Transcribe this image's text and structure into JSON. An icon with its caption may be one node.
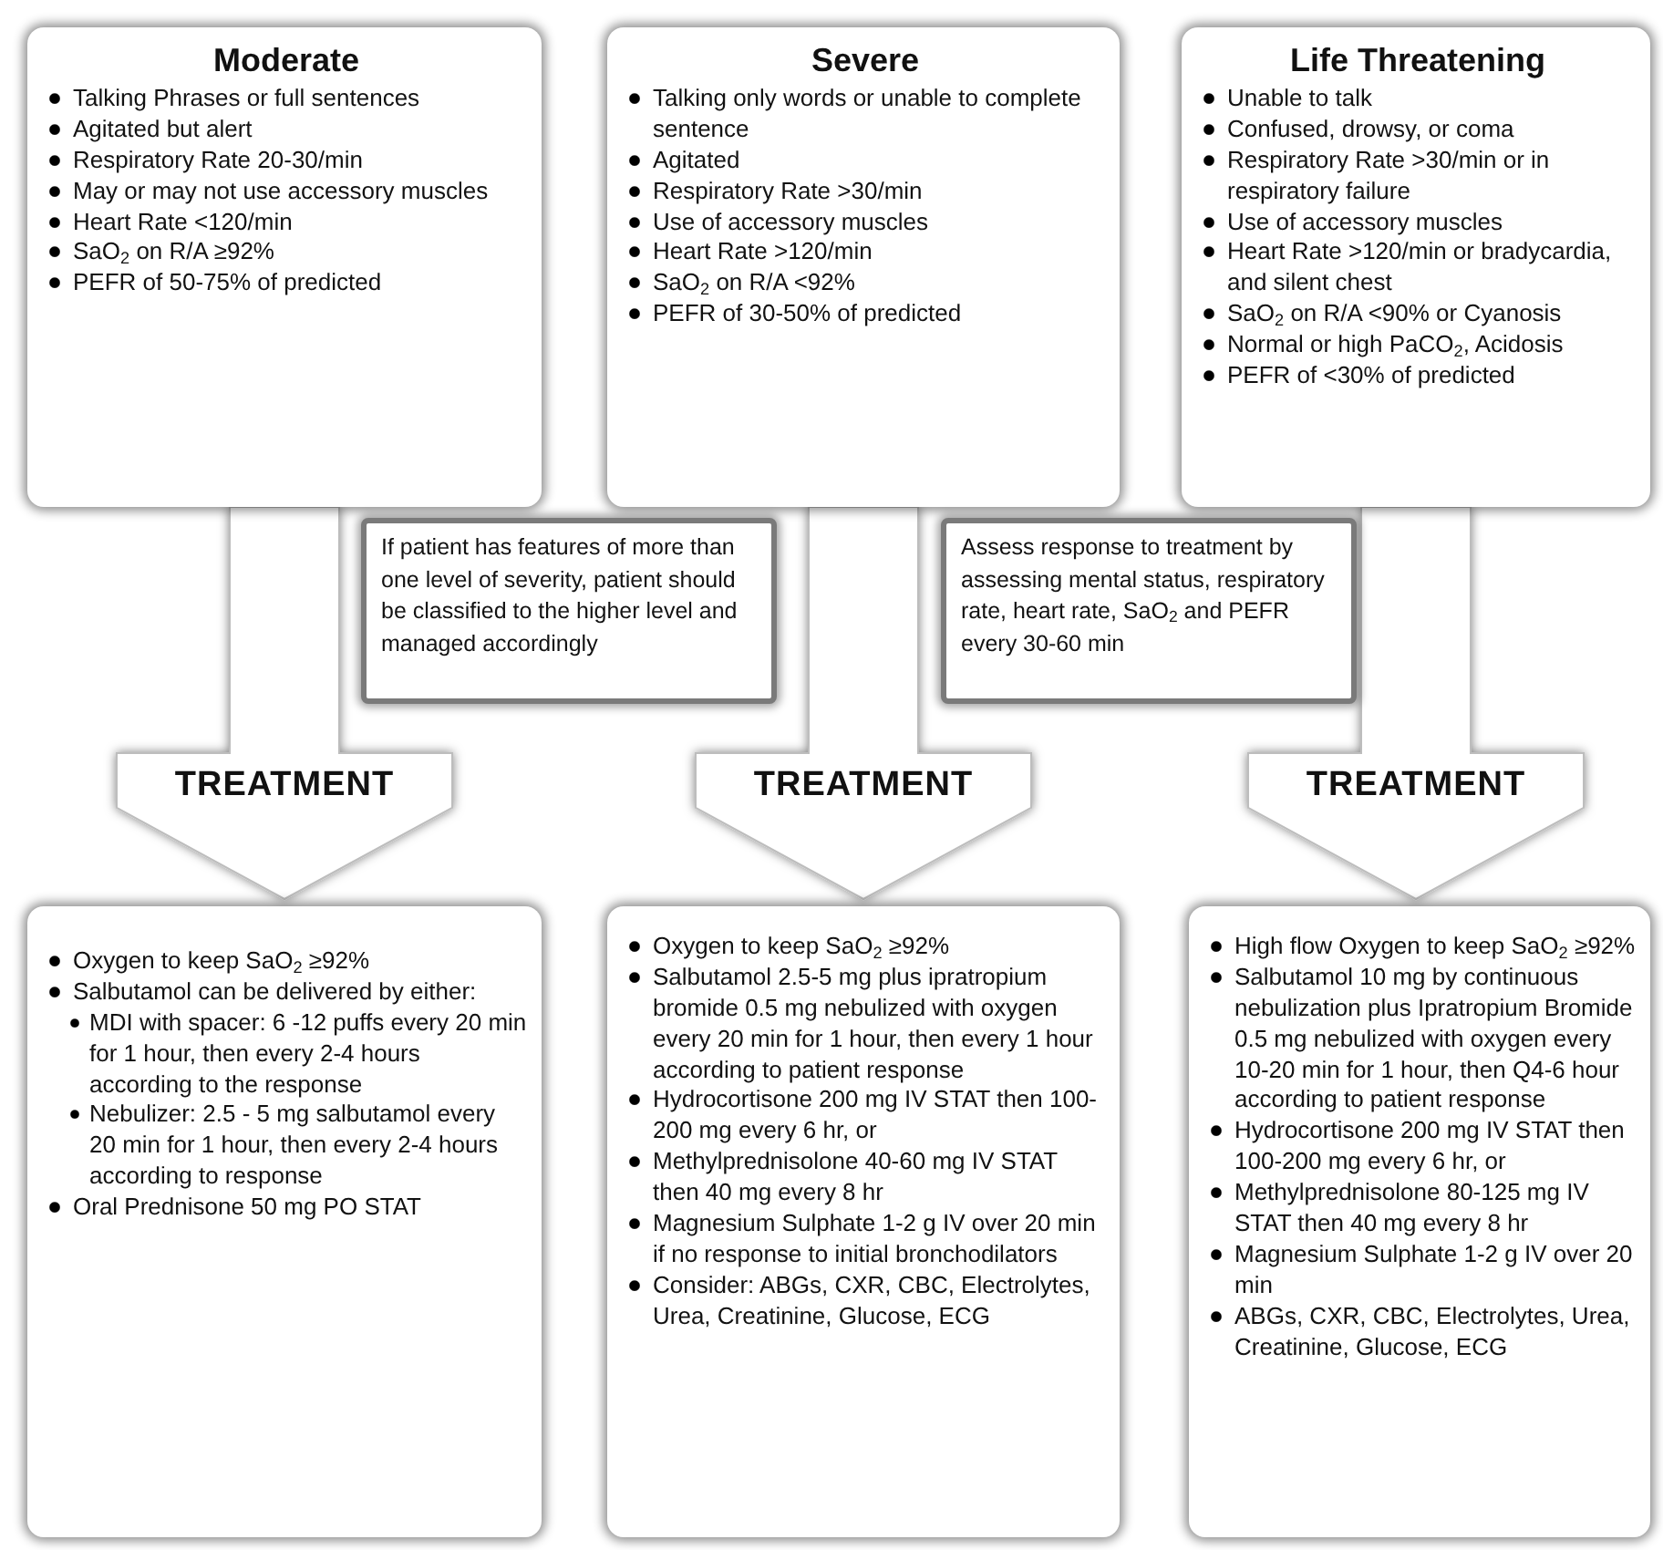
{
  "diagram": {
    "nodes": [
      {
        "text": [
          "Moderate",
          "Talking Phrases or full sentences",
          "Agitated but alert",
          "Respiratory Rate 20-30/min",
          "May or may not use accessory muscles",
          "Heart Rate <120/min",
          "SaO$_{2}$ on R/A ≥92%",
          "PEFR of 50-75% of predicted"
        ]
      },
      {
        "text": [
          "Severe",
          "Talking only words or unable to complete sentence",
          "Agitated",
          "Respiratory Rate >30/min",
          "Use of accessory muscles",
          "Heart Rate >120/min",
          "SaO$_{2}$ on R/A <92%",
          "PEFR of 30-50% of predicted"
        ]
      },
      {
        "text": [
          "Life Threatening",
          "Unable to talk",
          "Confused, drowsy, or coma",
          "Respiratory Rate >30/min or in respiratory failure",
          "Use of accessory muscles",
          "Heart Rate >120/min or bradycardia, and silent chest",
          "SaO$_{2}$ on R/A <90% or Cyanosis",
          "Normal or high PaCO$_{2}$, Acidosis",
          "PEFR of <30% of predicted"
        ]
      },
      {
        "text": [
          "If patient has features of more than one level of severity, patient should be classified to the higher level and managed accordingly"
        ]
      },
      {
        "text": [
          "Assess response to treatment by assessing mental status, respiratory rate, heart rate, SaO$_{2}$ and PEFR every 30-60 min"
        ]
      },
      {
        "text": [
          "Oxygen to keep SaO$_{2}$ ≥92%",
          "Salbutamol can be delivered by either:",
          "MDI with spacer: 6 -12 puffs every 20 min for 1 hour, then every 2-4 hours according to the response",
          "Nebulizer: 2.5 - 5 mg salbutamol every 20 min for 1 hour, then every 2-4 hours according to response",
          "Oral Prednisone 50 mg PO STAT"
        ]
      },
      {
        "text": [
          "Oxygen to keep SaO$_{2}$ ≥92%",
          "Salbutamol 2.5-5 mg plus ipratropium bromide 0.5 mg nebulized with oxygen every 20 min for 1 hour, then every 1 hour according to patient response",
          "Hydrocortisone 200 mg IV STAT then 100-200 mg every 6 hr, or",
          "Methylprednisolone 40-60 mg IV STAT then 40 mg every 8 hr",
          "Magnesium Sulphate 1-2 g IV over 20 min if no response to initial bronchodilators",
          "Consider: ABGs, CXR, CBC, Electrolytes, Urea, Creatinine, Glucose, ECG"
        ]
      },
      {
        "text": [
          "High flow Oxygen to keep SaO$_{2}$ ≥92%",
          "Salbutamol 10 mg by continuous nebulization plus Ipratropium Bromide 0.5 mg nebulized with oxygen every 10-20 min for 1 hour, then Q4-6 hour according to patient response",
          "Hydrocortisone 200 mg IV STAT then 100-200 mg every 6 hr, or",
          "Methylprednisolone 80-125 mg IV STAT then 40 mg every 8 hr",
          "Magnesium Sulphate 1-2 g IV over 20 min",
          "ABGs, CXR, CBC, Electrolytes, Urea, Creatinine, Glucose, ECG"
        ]
      }
    ],
    "edges": [
      {
        "from": 0,
        "to": 5,
        "arrow": "to",
        "label": "TREATMENT",
        "style": "thick"
      },
      {
        "from": 1,
        "to": 6,
        "arrow": "to",
        "label": "TREATMENT",
        "style": "thick"
      },
      {
        "from": 2,
        "to": 7,
        "arrow": "to",
        "label": "TREATMENT",
        "style": "thick"
      }
    ]
  }
}
